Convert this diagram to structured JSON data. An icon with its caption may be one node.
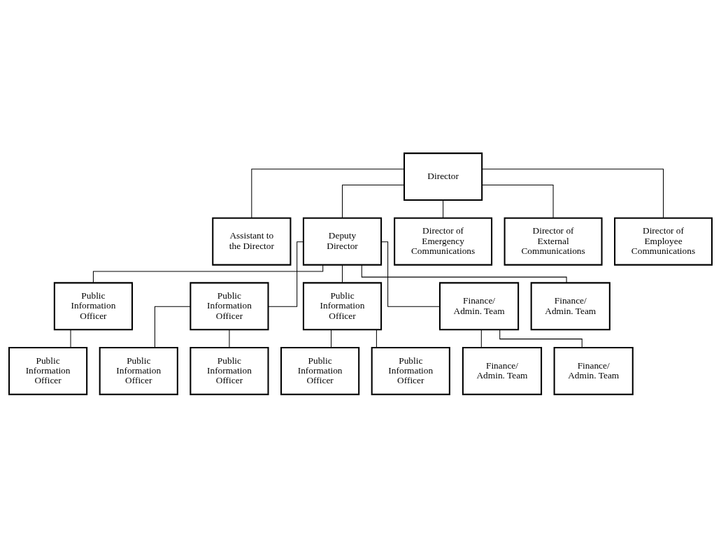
{
  "diagram": {
    "nodes": [
      {
        "text": [
          "Director"
        ]
      },
      {
        "text": [
          "Assistant to the Director"
        ]
      },
      {
        "text": [
          "Deputy Director"
        ]
      },
      {
        "text": [
          "Director of Emergency Communications"
        ]
      },
      {
        "text": [
          "Director of External Communications"
        ]
      },
      {
        "text": [
          "Director of Employee Communications"
        ]
      },
      {
        "text": [
          "Public Information Officer"
        ]
      },
      {
        "text": [
          "Public Information Officer"
        ]
      },
      {
        "text": [
          "Public Information Officer"
        ]
      },
      {
        "text": [
          "Finance/ Admin. Team"
        ]
      },
      {
        "text": [
          "Finance/ Admin. Team"
        ]
      },
      {
        "text": [
          "Public Information Officer"
        ]
      },
      {
        "text": [
          "Public Information Officer"
        ]
      },
      {
        "text": [
          "Public Information Officer"
        ]
      },
      {
        "text": [
          "Finance/ Admin. Team"
        ]
      },
      {
        "text": [
          "Public Information Officer"
        ]
      },
      {
        "text": [
          "Public Information Officer"
        ]
      },
      {
        "text": [
          "Finance/ Admin. Team"
        ]
      }
    ],
    "edges": [
      {
        "from": 0,
        "to": 1,
        "arrow": "none"
      },
      {
        "from": 0,
        "to": 2,
        "arrow": "none"
      },
      {
        "from": 0,
        "to": 3,
        "arrow": "none"
      },
      {
        "from": 0,
        "to": 4,
        "arrow": "none"
      },
      {
        "from": 0,
        "to": 5,
        "arrow": "none"
      },
      {
        "from": 2,
        "to": 6,
        "arrow": "none"
      },
      {
        "from": 2,
        "to": 7,
        "arrow": "none"
      },
      {
        "from": 2,
        "to": 8,
        "arrow": "none"
      },
      {
        "from": 2,
        "to": 9,
        "arrow": "none"
      },
      {
        "from": 2,
        "to": 10,
        "arrow": "none"
      },
      {
        "from": 6,
        "to": 11,
        "arrow": "none"
      },
      {
        "from": 7,
        "to": 12,
        "arrow": "none"
      },
      {
        "from": 7,
        "to": 15,
        "arrow": "none"
      },
      {
        "from": 8,
        "to": 13,
        "arrow": "none"
      },
      {
        "from": 8,
        "to": 16,
        "arrow": "none"
      },
      {
        "from": 9,
        "to": 14,
        "arrow": "none"
      },
      {
        "from": 9,
        "to": 17,
        "arrow": "none"
      }
    ]
  }
}
